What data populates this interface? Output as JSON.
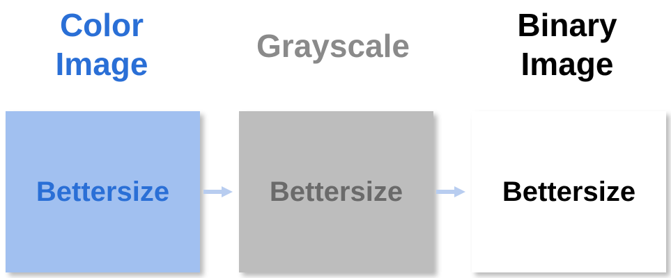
{
  "stages": [
    {
      "title_line1": "Color",
      "title_line2": "Image",
      "label": "Bettersize",
      "title_color": "#2a6fd6",
      "panel_color": "#a1c0f0"
    },
    {
      "title_line1": "Grayscale",
      "title_line2": "",
      "label": "Bettersize",
      "title_color": "#8a8a8a",
      "panel_color": "#bdbdbd"
    },
    {
      "title_line1": "Binary",
      "title_line2": "Image",
      "label": "Bettersize",
      "title_color": "#000000",
      "panel_color": "#ffffff"
    }
  ],
  "arrows": [
    {
      "icon": "arrow-right-icon",
      "color": "#b8cdf0"
    },
    {
      "icon": "arrow-right-icon",
      "color": "#b8cdf0"
    }
  ]
}
